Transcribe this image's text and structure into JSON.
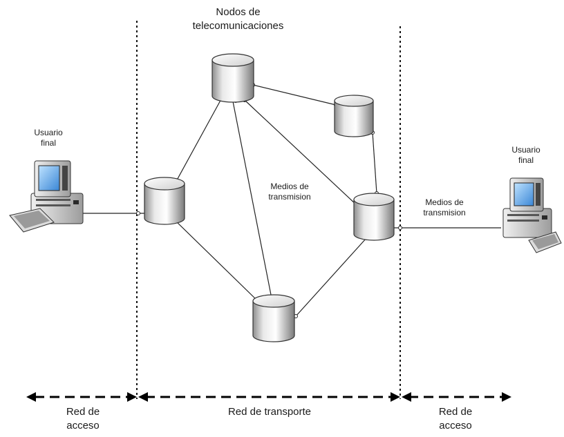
{
  "labels": {
    "nodes_title_1": "Nodos de",
    "nodes_title_2": "telecomunicaciones",
    "user_left_1": "Usuario",
    "user_left_2": "final",
    "user_right_1": "Usuario",
    "user_right_2": "final",
    "media_center_1": "Medios de",
    "media_center_2": "transmision",
    "media_right_1": "Medios de",
    "media_right_2": "transmision",
    "access_left_1": "Red de",
    "access_left_2": "acceso",
    "transport": "Red de transporte",
    "access_right_1": "Red de",
    "access_right_2": "acceso"
  },
  "colors": {
    "line": "#222222",
    "node_fill": "#e6e6e6",
    "node_shadow": "#9a9a9a"
  }
}
